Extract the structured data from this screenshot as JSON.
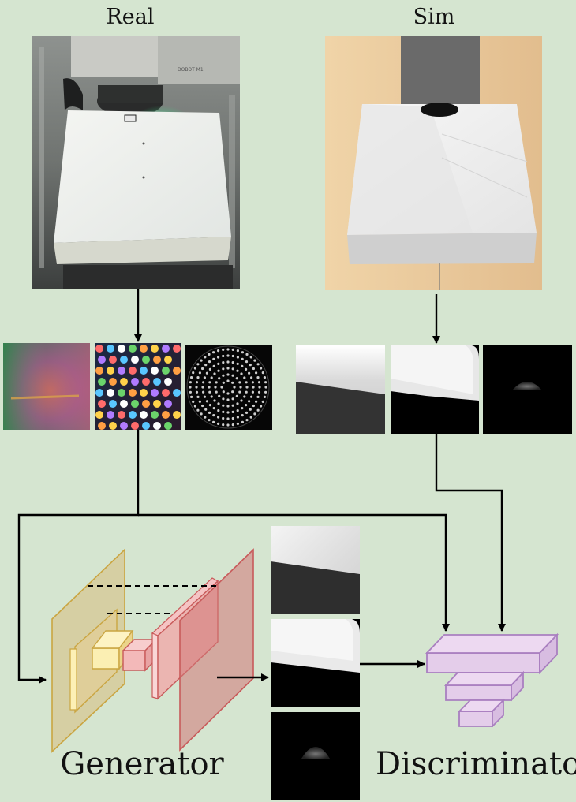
{
  "labels": {
    "real": "Real",
    "sim": "Sim",
    "generator": "Generator",
    "discriminator": "Discriminator"
  },
  "colors": {
    "background": "#d5e5d0",
    "arrow": "#000000",
    "generator_yellow": "#d9b85a",
    "generator_red": "#cc6e6e",
    "discriminator_purple": "#a97fc0"
  },
  "real_inputs": [
    "tactile-rgb-image",
    "tactile-marker-image",
    "tactile-dot-pattern-image"
  ],
  "sim_outputs": [
    "sim-depth-image",
    "sim-mask-image",
    "sim-contact-image"
  ],
  "generated_outputs": [
    "generated-depth-image",
    "generated-mask-image",
    "generated-contact-image"
  ]
}
